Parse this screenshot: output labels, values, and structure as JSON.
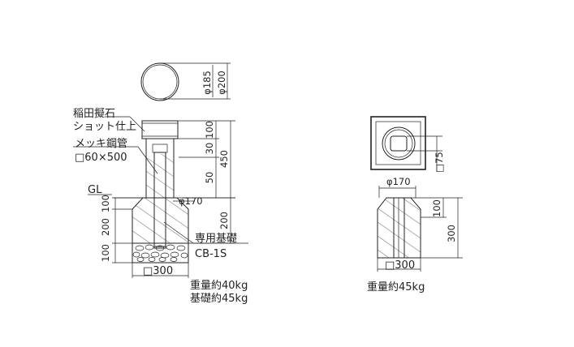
{
  "left": {
    "stone_label_1": "稲田擬石",
    "stone_label_2": "ショット仕上",
    "pipe_label_1": "メッキ鋼管",
    "pipe_label_2": "□60×500",
    "gl_label": "GL",
    "phi170": "φ170",
    "base_label_1": "専用基礎",
    "base_label_2": "CB-1S",
    "width_300": "□300",
    "weight_1": "重量約40kg",
    "weight_2": "基礎約45kg",
    "dim_top_phi185": "φ185",
    "dim_top_phi200": "φ200",
    "dim_100_top": "100",
    "dim_30": "30",
    "dim_50": "50",
    "dim_450": "450",
    "dim_200_right": "200",
    "dim_100_a": "100",
    "dim_200_left": "200",
    "dim_100_b": "100"
  },
  "right": {
    "dim_75": "□75",
    "phi170": "φ170",
    "dim_100": "100",
    "dim_300_v": "300",
    "width_300": "□300",
    "weight": "重量約45kg"
  }
}
